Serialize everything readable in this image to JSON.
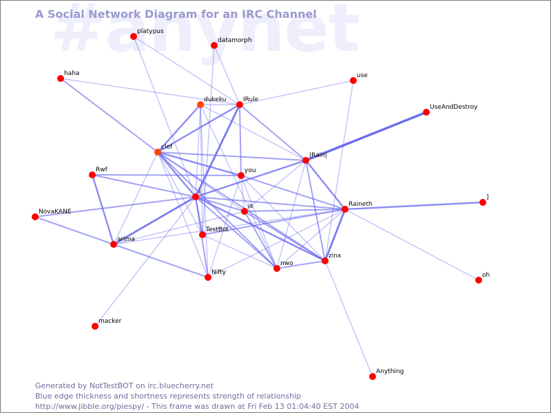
{
  "watermark": "#anynet",
  "title": "A Social Network Diagram for an IRC Channel",
  "footer": {
    "line1": "Generated by NotTestBOT on irc.bluecherry.net",
    "line2": "Blue edge thickness and shortness represents strength of relationship",
    "line3": "http://www.jibble.org/piespy/ - This frame was drawn at Fri Feb 13 01:04:40 EST 2004"
  },
  "colors": {
    "node": "#ff0000",
    "node_highlight": "#ff4500",
    "edge": "#6464f0",
    "title": "#9a9ad0",
    "footer": "#6e6ea0",
    "watermark": "#eeeefc"
  },
  "chart_data": {
    "type": "network",
    "title": "A Social Network Diagram for an IRC Channel",
    "channel": "#anynet",
    "nodes": [
      {
        "id": "platypus",
        "label": "platypus"
      },
      {
        "id": "datamorph",
        "label": "datamorph"
      },
      {
        "id": "haha",
        "label": "haha"
      },
      {
        "id": "use",
        "label": "use"
      },
      {
        "id": "dukeku",
        "label": "dukeku",
        "highlight": true
      },
      {
        "id": "IRule",
        "label": "IRule"
      },
      {
        "id": "UseAndDestroy",
        "label": "UseAndDestroy"
      },
      {
        "id": "clef",
        "label": "clef",
        "highlight": true
      },
      {
        "id": "Rain",
        "label": "|Rain|"
      },
      {
        "id": "Rwf",
        "label": "Rwf"
      },
      {
        "id": "you",
        "label": "you"
      },
      {
        "id": "i",
        "label": "i"
      },
      {
        "id": "bracket",
        "label": "]"
      },
      {
        "id": "NovaKANE",
        "label": "NovaKANE"
      },
      {
        "id": "is",
        "label": "is"
      },
      {
        "id": "Raineth",
        "label": "Raineth"
      },
      {
        "id": "TestBot",
        "label": "TestBot"
      },
      {
        "id": "arima",
        "label": "arima"
      },
      {
        "id": "zinx",
        "label": "zinx"
      },
      {
        "id": "nwo",
        "label": "nwo"
      },
      {
        "id": "Nifty",
        "label": "Nifty"
      },
      {
        "id": "oh",
        "label": "oh"
      },
      {
        "id": "macker",
        "label": "macker"
      },
      {
        "id": "Anything",
        "label": "Anything"
      }
    ],
    "edges": [
      {
        "source": "Rain",
        "target": "UseAndDestroy",
        "strength": 5
      },
      {
        "source": "i",
        "target": "arima",
        "strength": 4
      },
      {
        "source": "Raineth",
        "target": "zinx",
        "strength": 4
      },
      {
        "source": "i",
        "target": "IRule",
        "strength": 4
      },
      {
        "source": "Rain",
        "target": "i",
        "strength": 3
      },
      {
        "source": "Rwf",
        "target": "arima",
        "strength": 3
      },
      {
        "source": "Raineth",
        "target": "Rain",
        "strength": 3
      },
      {
        "source": "Raineth",
        "target": "bracket",
        "strength": 3
      },
      {
        "source": "clef",
        "target": "you",
        "strength": 3
      },
      {
        "source": "clef",
        "target": "i",
        "strength": 3
      },
      {
        "source": "clef",
        "target": "IRule",
        "strength": 3
      },
      {
        "source": "clef",
        "target": "dukeku",
        "strength": 3
      },
      {
        "source": "clef",
        "target": "Rain",
        "strength": 2
      },
      {
        "source": "i",
        "target": "zinx",
        "strength": 3
      },
      {
        "source": "i",
        "target": "Raineth",
        "strength": 2
      },
      {
        "source": "i",
        "target": "NovaKANE",
        "strength": 2
      },
      {
        "source": "i",
        "target": "Rwf",
        "strength": 2
      },
      {
        "source": "i",
        "target": "nwo",
        "strength": 2
      },
      {
        "source": "Rwf",
        "target": "you",
        "strength": 2
      },
      {
        "source": "NovaKANE",
        "target": "arima",
        "strength": 2
      },
      {
        "source": "arima",
        "target": "Nifty",
        "strength": 2
      },
      {
        "source": "IRule",
        "target": "Rain",
        "strength": 2
      },
      {
        "source": "IRule",
        "target": "you",
        "strength": 2
      },
      {
        "source": "Rain",
        "target": "zinx",
        "strength": 2
      },
      {
        "source": "haha",
        "target": "clef",
        "strength": 2
      },
      {
        "source": "is",
        "target": "Raineth",
        "strength": 2
      },
      {
        "source": "is",
        "target": "zinx",
        "strength": 2
      },
      {
        "source": "is",
        "target": "nwo",
        "strength": 2
      },
      {
        "source": "nwo",
        "target": "zinx",
        "strength": 2
      },
      {
        "source": "TestBot",
        "target": "Raineth",
        "strength": 2
      },
      {
        "source": "you",
        "target": "Raineth",
        "strength": 2
      },
      {
        "source": "i",
        "target": "TestBot",
        "strength": 2
      },
      {
        "source": "i",
        "target": "Nifty",
        "strength": 2
      },
      {
        "source": "i",
        "target": "is",
        "strength": 2
      },
      {
        "source": "clef",
        "target": "zinx",
        "strength": 2
      },
      {
        "source": "clef",
        "target": "nwo",
        "strength": 2
      },
      {
        "source": "dukeku",
        "target": "IRule",
        "strength": 1
      },
      {
        "source": "dukeku",
        "target": "Rain",
        "strength": 1
      },
      {
        "source": "dukeku",
        "target": "TestBot",
        "strength": 1
      },
      {
        "source": "dukeku",
        "target": "i",
        "strength": 1
      },
      {
        "source": "dukeku",
        "target": "nwo",
        "strength": 1
      },
      {
        "source": "dukeku",
        "target": "Nifty",
        "strength": 1
      },
      {
        "source": "haha",
        "target": "IRule",
        "strength": 1
      },
      {
        "source": "platypus",
        "target": "IRule",
        "strength": 1
      },
      {
        "source": "platypus",
        "target": "i",
        "strength": 1
      },
      {
        "source": "datamorph",
        "target": "IRule",
        "strength": 1
      },
      {
        "source": "datamorph",
        "target": "TestBot",
        "strength": 1
      },
      {
        "source": "use",
        "target": "IRule",
        "strength": 1
      },
      {
        "source": "use",
        "target": "zinx",
        "strength": 1
      },
      {
        "source": "clef",
        "target": "arima",
        "strength": 1
      },
      {
        "source": "clef",
        "target": "TestBot",
        "strength": 1
      },
      {
        "source": "clef",
        "target": "Nifty",
        "strength": 1
      },
      {
        "source": "clef",
        "target": "is",
        "strength": 1
      },
      {
        "source": "you",
        "target": "is",
        "strength": 1
      },
      {
        "source": "you",
        "target": "zinx",
        "strength": 1
      },
      {
        "source": "you",
        "target": "nwo",
        "strength": 1
      },
      {
        "source": "you",
        "target": "Nifty",
        "strength": 1
      },
      {
        "source": "arima",
        "target": "is",
        "strength": 1
      },
      {
        "source": "arima",
        "target": "Raineth",
        "strength": 1
      },
      {
        "source": "TestBot",
        "target": "nwo",
        "strength": 1
      },
      {
        "source": "Nifty",
        "target": "Raineth",
        "strength": 1
      },
      {
        "source": "nwo",
        "target": "Raineth",
        "strength": 1
      },
      {
        "source": "nwo",
        "target": "Rain",
        "strength": 1
      },
      {
        "source": "is",
        "target": "Rain",
        "strength": 1
      },
      {
        "source": "i",
        "target": "macker",
        "strength": 1
      },
      {
        "source": "Raineth",
        "target": "oh",
        "strength": 1
      },
      {
        "source": "zinx",
        "target": "Anything",
        "strength": 1
      }
    ]
  }
}
